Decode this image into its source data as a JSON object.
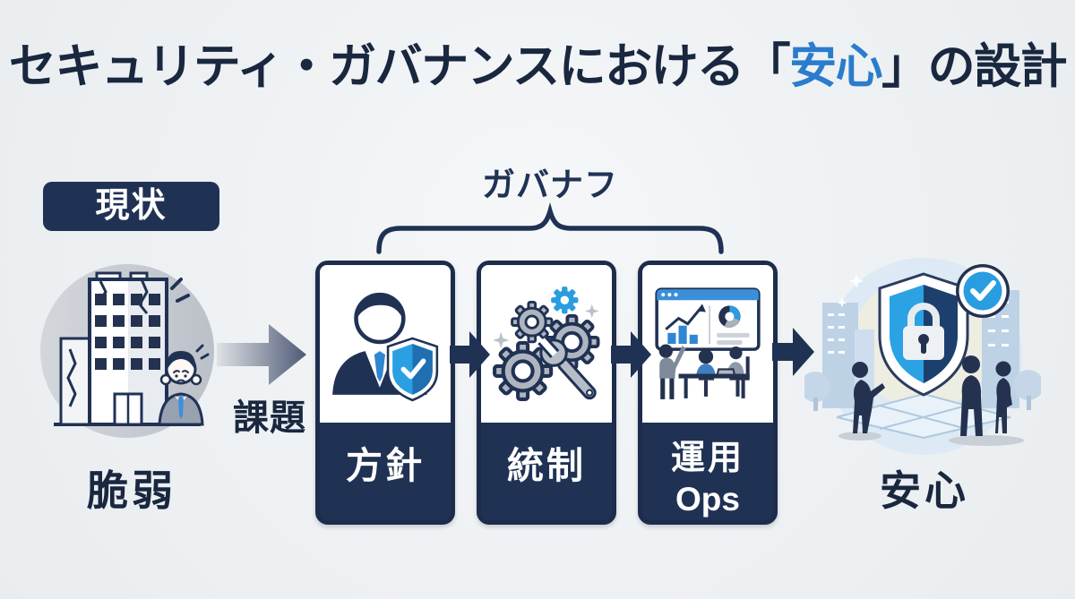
{
  "title": {
    "pre": "セキュリティ・ガバナンスにおける「",
    "accent": "安心",
    "post": "」の設計"
  },
  "labels": {
    "current_state": "現状",
    "governance": "ガバナフ",
    "vulnerable": "脆弱",
    "issue": "課題",
    "relief": "安心"
  },
  "steps": [
    {
      "label": "方針",
      "sublabel": "",
      "icon": "policy-person-shield-icon"
    },
    {
      "label": "統制",
      "sublabel": "",
      "icon": "gears-wrench-icon"
    },
    {
      "label": "運用",
      "sublabel": "Ops",
      "icon": "ops-team-dashboard-icon"
    }
  ],
  "colors": {
    "background": "#eef1f3",
    "navy": "#203254",
    "navy_text": "#19273f",
    "title_accent_blue": "#2b7ccc",
    "shield_blue": "#2aa0e2",
    "shield_dark_blue": "#1f6fb2",
    "check_badge_blue": "#2a9de0",
    "gear_gray": "#aeb5bf",
    "arrow_gradient_start": "#dfe1e5",
    "arrow_gradient_end": "#4e5a76"
  }
}
